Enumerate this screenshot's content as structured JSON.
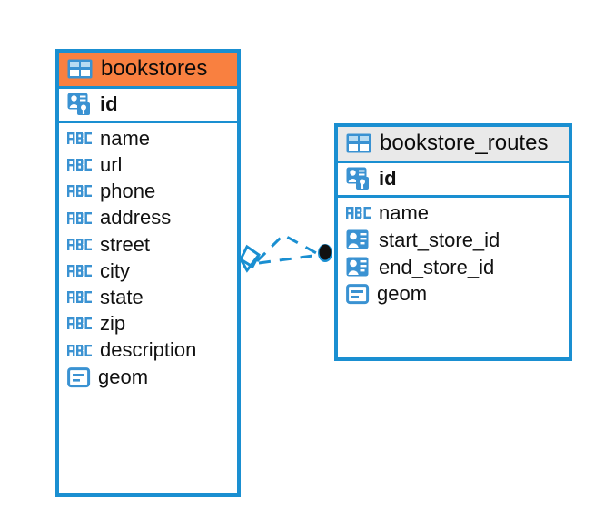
{
  "diagram": {
    "type": "entity-relationship-diagram",
    "background": "#ffffff",
    "accent_blue": "#1a8fd1",
    "highlight_orange": "#f98040",
    "header_gray": "#e9e9e9",
    "icon_blue": "#3a92d2",
    "text_color": "#111111"
  },
  "entities": [
    {
      "name": "bookstores",
      "header_style": "accent-orange",
      "header_icon": "table-icon",
      "primary_key": {
        "label": "id",
        "icon": "primary-key-icon"
      },
      "fields": [
        {
          "label": "name",
          "icon": "abc-text-icon"
        },
        {
          "label": "url",
          "icon": "abc-text-icon"
        },
        {
          "label": "phone",
          "icon": "abc-text-icon"
        },
        {
          "label": "address",
          "icon": "abc-text-icon"
        },
        {
          "label": "street",
          "icon": "abc-text-icon"
        },
        {
          "label": "city",
          "icon": "abc-text-icon"
        },
        {
          "label": "state",
          "icon": "abc-text-icon"
        },
        {
          "label": "zip",
          "icon": "abc-text-icon"
        },
        {
          "label": "description",
          "icon": "abc-text-icon"
        },
        {
          "label": "geom",
          "icon": "geometry-icon"
        }
      ]
    },
    {
      "name": "bookstore_routes",
      "header_style": "accent-gray",
      "header_icon": "table-icon",
      "primary_key": {
        "label": "id",
        "icon": "primary-key-icon"
      },
      "fields": [
        {
          "label": "name",
          "icon": "abc-text-icon"
        },
        {
          "label": "start_store_id",
          "icon": "foreign-key-icon"
        },
        {
          "label": "end_store_id",
          "icon": "foreign-key-icon"
        },
        {
          "label": "geom",
          "icon": "geometry-icon"
        }
      ]
    }
  ],
  "relationship": {
    "from_entity": "bookstores",
    "to_entity": "bookstore_routes",
    "line_style": "dashed",
    "color": "#1a8fd1",
    "source_marker": "crows-foot-diamond",
    "target_marker": "filled-circle"
  }
}
